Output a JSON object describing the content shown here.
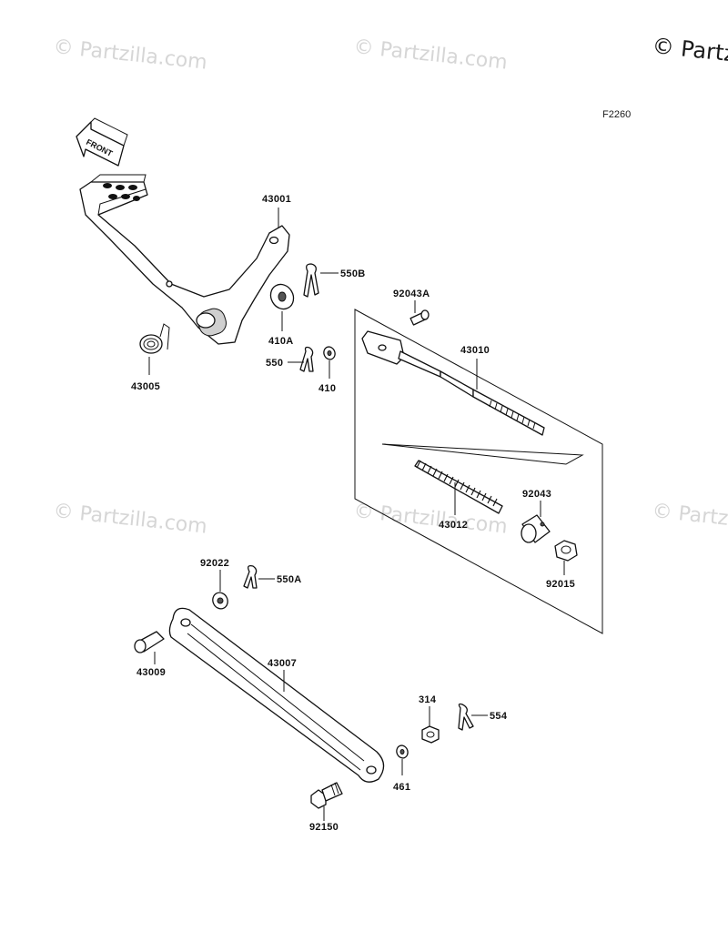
{
  "watermark": {
    "text": "© Partzilla.com",
    "corner_text": "© Partz"
  },
  "figure_code": "F2260",
  "front_label": "FRONT",
  "parts": {
    "p43001": "43001",
    "p550B": "550B",
    "p92043A": "92043A",
    "p410A": "410A",
    "p43010": "43010",
    "p550": "550",
    "p410": "410",
    "p43005": "43005",
    "p92043": "92043",
    "p43012": "43012",
    "p92015": "92015",
    "p92022": "92022",
    "p550A": "550A",
    "p43007": "43007",
    "p43009": "43009",
    "p314": "314",
    "p554": "554",
    "p461": "461",
    "p92150": "92150"
  }
}
